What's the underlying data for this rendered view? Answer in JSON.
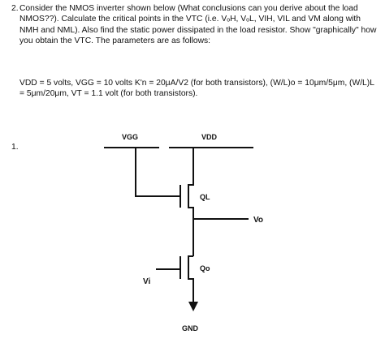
{
  "question": {
    "number": "2.",
    "text": "Consider the NMOS inverter shown below (What conclusions can you derive about the load NMOS??). Calculate the critical points in the VTC (i.e. VₒH, VₒL, VIH, VIL and VM along with NMH and NML). Also find the static power dissipated in the load resistor. Show \"graphically\" how you obtain the VTC. The parameters are as follows:",
    "parameters": "VDD = 5 volts, VGG = 10 volts K'n = 20μA/V2 (for both transistors), (W/L)o = 10μm/5μm, (W/L)L = 5μm/20μm, VT = 1.1 volt (for both transistors)."
  },
  "item_number": "1.",
  "circuit": {
    "vgg_label": "VGG",
    "vdd_label": "VDD",
    "ql_label": "QL",
    "qo_label": "Qo",
    "vo_label": "Vo",
    "vi_label": "Vi",
    "gnd_label": "GND"
  }
}
